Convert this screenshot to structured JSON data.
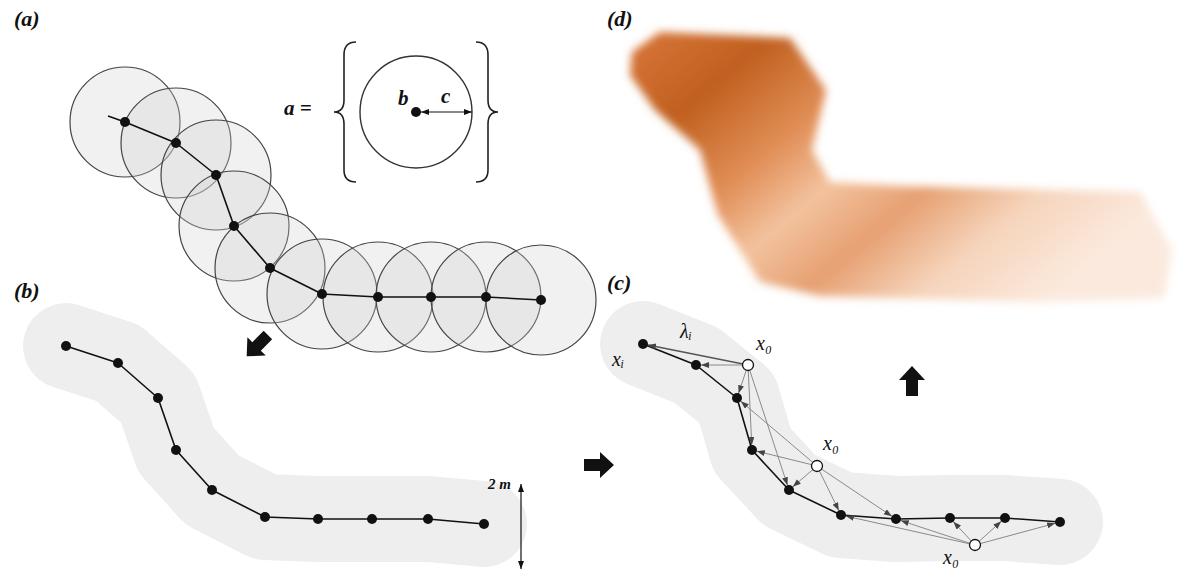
{
  "diagram": {
    "labels": [
      "(a)",
      "a =",
      "b",
      "c",
      "(b)",
      "2 m",
      "(c)",
      "xᵢ",
      "λᵢ",
      "x₀",
      "x₀",
      "x₀",
      "(d)"
    ]
  }
}
